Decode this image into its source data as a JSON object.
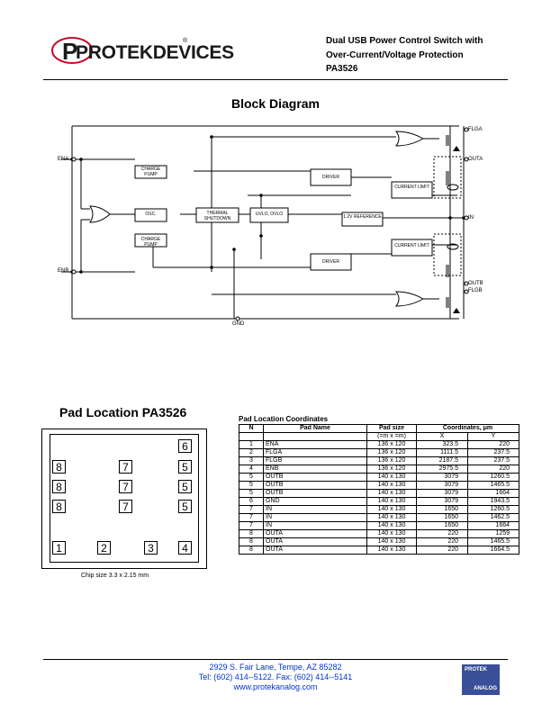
{
  "header": {
    "logo_text": "PROTEKDEVICES",
    "logo_reg": "®",
    "title_line1": "Dual USB Power Control Switch with",
    "title_line2": "Over-Current/Voltage Protection",
    "title_line3": "PA3526"
  },
  "block_diagram": {
    "title": "Block Diagram",
    "pins": {
      "flga": "FLGA",
      "outa": "OUTA",
      "ena": "ENA",
      "in": "IN",
      "enb": "ENB",
      "outb": "OUTB",
      "flgb": "FLGB",
      "gnd": "GND"
    },
    "blocks": {
      "charge_pump_a": "CHARGE PUMP",
      "driver_a": "DRIVER",
      "current_limit_a": "CURRENT LIMIT",
      "osc": "OSC.",
      "thermal": "THERMAL SHUTDOWN",
      "uvlo": "UVLO, OVLO",
      "reference": "1.2V REFERENCE",
      "charge_pump_b": "CHARGE PUMP",
      "driver_b": "DRIVER",
      "current_limit_b": "CURRENT LIMIT"
    }
  },
  "pad_location": {
    "title": "Pad Location PA3526",
    "pads": [
      "6",
      "8",
      "7",
      "5",
      "8",
      "7",
      "5",
      "8",
      "7",
      "5",
      "1",
      "2",
      "3",
      "4"
    ],
    "caption": "Chip size 3.3 x 2.15 mm"
  },
  "coord_table": {
    "title": "Pad Location Coordinates",
    "headers": {
      "n": "N",
      "pad_name": "Pad Name",
      "pad_size": "Pad size",
      "pad_size_unit": "(=m x =m)",
      "coords": "Coordinates, μm",
      "x": "X",
      "y": "Y"
    },
    "rows": [
      {
        "n": "1",
        "name": "ENA",
        "size": "136 x 120",
        "x": "323.5",
        "y": "220"
      },
      {
        "n": "2",
        "name": "FLGA",
        "size": "136 x 120",
        "x": "1111.5",
        "y": "237.5"
      },
      {
        "n": "3",
        "name": "FLGB",
        "size": "136 x 120",
        "x": "2187.5",
        "y": "237.5"
      },
      {
        "n": "4",
        "name": "ENB",
        "size": "136 x 120",
        "x": "2975.5",
        "y": "220"
      },
      {
        "n": "5",
        "name": "OUTB",
        "size": "140 x 130",
        "x": "3079",
        "y": "1260.5"
      },
      {
        "n": "5",
        "name": "OUTB",
        "size": "140 x 130",
        "x": "3079",
        "y": "1465.5"
      },
      {
        "n": "5",
        "name": "OUTB",
        "size": "140 x 130",
        "x": "3079",
        "y": "1664"
      },
      {
        "n": "6",
        "name": "GND",
        "size": "140 x 130",
        "x": "3079",
        "y": "1943.5"
      },
      {
        "n": "7",
        "name": "IN",
        "size": "140 x 130",
        "x": "1650",
        "y": "1260.5"
      },
      {
        "n": "7",
        "name": "IN",
        "size": "140 x 130",
        "x": "1650",
        "y": "1462.5"
      },
      {
        "n": "7",
        "name": "IN",
        "size": "140 x 130",
        "x": "1650",
        "y": "1664"
      },
      {
        "n": "8",
        "name": "OUTA",
        "size": "140 x 130",
        "x": "220",
        "y": "1259"
      },
      {
        "n": "8",
        "name": "OUTA",
        "size": "140 x 130",
        "x": "220",
        "y": "1465.5"
      },
      {
        "n": "8",
        "name": "OUTA",
        "size": "140 x 130",
        "x": "220",
        "y": "1664.5"
      }
    ]
  },
  "footer": {
    "address": "2929 S. Fair Lane, Tempe, AZ 85282",
    "phone": "Tel: (602) 414--5122. Fax: (602) 414--5141",
    "web": "www.protekanalog.com",
    "badge_top": "PROTEK",
    "badge_bottom": "ANALOG"
  },
  "colors": {
    "link": "#0033cc",
    "logo_red": "#c8102e"
  }
}
